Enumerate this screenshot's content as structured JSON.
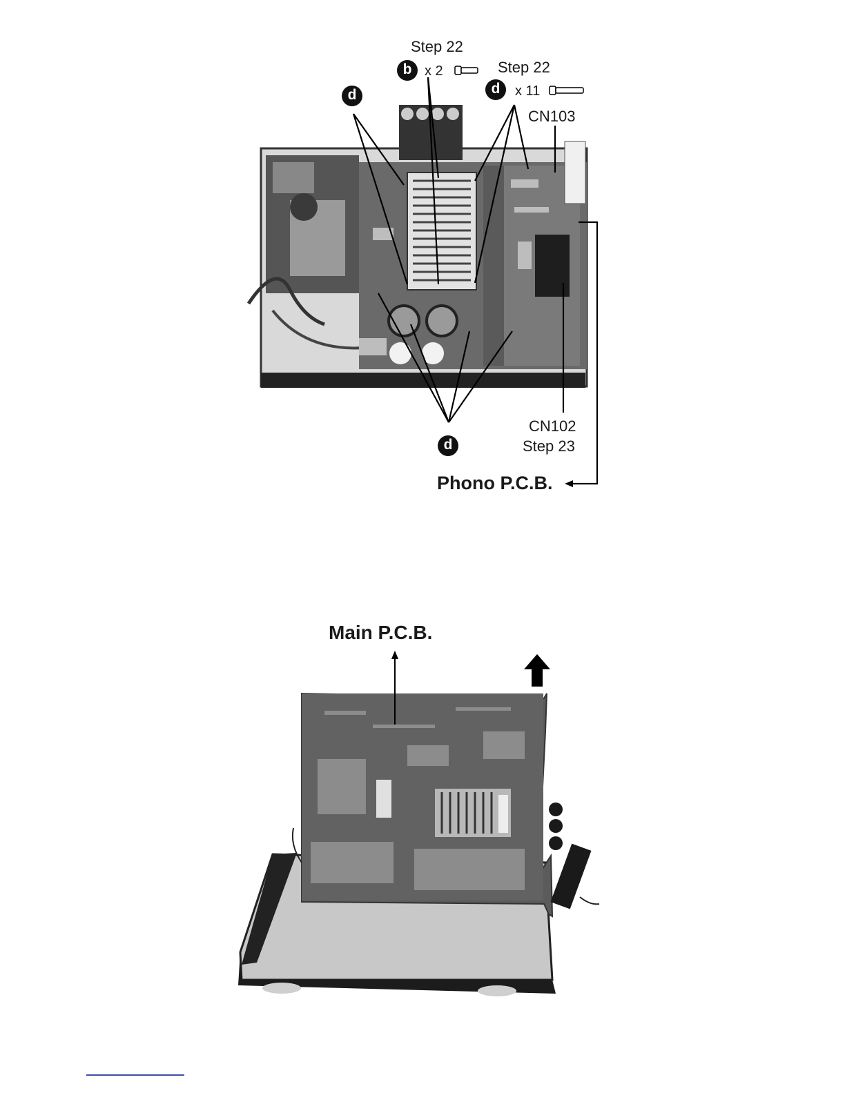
{
  "figure1": {
    "labels": {
      "step22_left": "Step 22",
      "step22_right": "Step 22",
      "b_qty": "x 2",
      "d_qty": "x 11",
      "cn103": "CN103",
      "cn102": "CN102",
      "step23": "Step 23",
      "phono_pcb": "Phono P.C.B."
    },
    "badges": {
      "b": "b",
      "d_top_right": "d",
      "d_top_left": "d",
      "d_bottom": "d"
    }
  },
  "figure2": {
    "labels": {
      "main_pcb": "Main P.C.B."
    }
  },
  "colors": {
    "ink": "#111111",
    "chassis": "#8a8a8a",
    "pcb": "#5e5e5e",
    "heatsink": "#cfcfcf",
    "footnote_rule": "#3a4fb0"
  }
}
